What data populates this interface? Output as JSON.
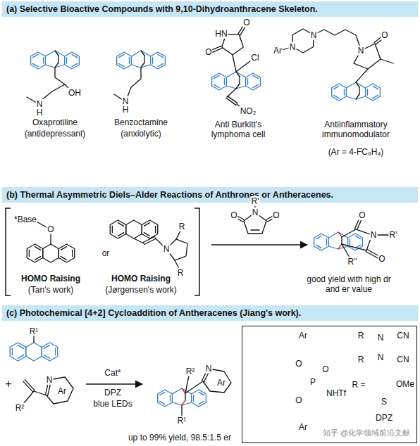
{
  "diagram": {
    "nodes": [
      {
        "text": [
          "(a) Selective Bioactive Compounds with 9,10-Dihydroanthracene Skeleton."
        ]
      },
      {
        "text": [
          "(b) Thermal Asymmetric Diels–Alder Reactions of Anthrones or Antheracenes."
        ]
      },
      {
        "text": [
          "(c) Photochemical [4+2] Cycloaddition of Antheracenes (Jiang's work)."
        ]
      },
      {
        "text": [
          "O",
          "O",
          "P",
          "O",
          "NHTf",
          "Ar",
          "Ar",
          "R",
          "R",
          "N",
          "N",
          "CN",
          "CN",
          "R =",
          "S",
          "OMe",
          "DPZ"
        ]
      }
    ],
    "labels": [
      "N",
      "H",
      "OH",
      "Oxaprotiline",
      "(antidepressant)",
      "N",
      "H",
      "Benzoctamine",
      "(anxiolytic)",
      "HN",
      "O",
      "O",
      "Cl",
      "NO₂",
      "Anti Burkitt's lymphoma cell",
      "Ar",
      "N",
      "N",
      "O",
      "N",
      "Antiinflammatory immunomodulator",
      "(Ar = 4-FC₆H₄)",
      "*Base",
      "O",
      "HOMO Raising",
      "(Tan's work)",
      "or",
      "N",
      "R",
      "R",
      "HOMO Raising",
      "(Jørgensen's work)",
      "R'",
      "O",
      "N",
      "O",
      "O",
      "N",
      "R'",
      "O",
      "R''",
      "good yield with high dr and er value",
      "R¹",
      "+",
      "N",
      "Ar",
      "R²",
      "Cat*",
      "DPZ",
      "blue LEDs",
      "R²",
      "N",
      "Ar",
      "R¹",
      "up to 99% yield, 98.5:1.5 er",
      "知乎 @化学领域前沿文献"
    ]
  }
}
